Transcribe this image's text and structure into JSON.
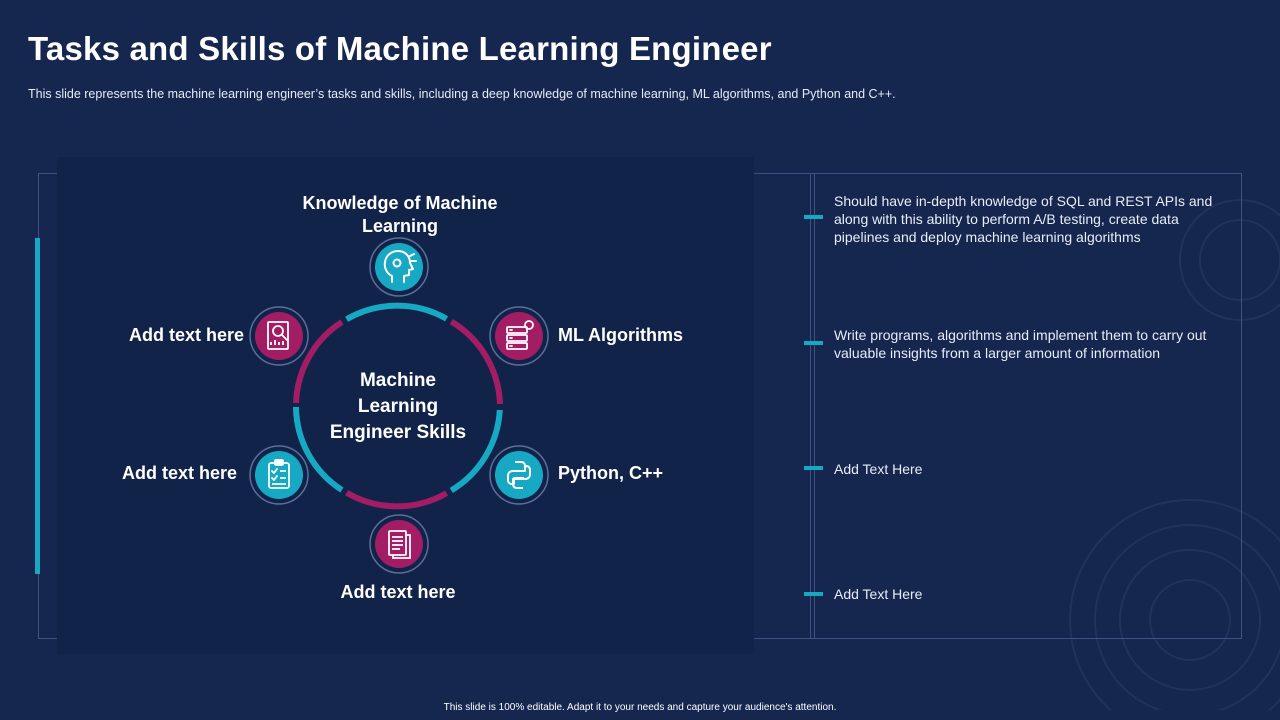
{
  "slide": {
    "title": "Tasks and Skills of Machine Learning Engineer",
    "subtitle": "This slide represents the machine learning engineer’s tasks and skills, including a deep knowledge of machine learning, ML algorithms, and Python and C++.",
    "footer": "This slide is 100% editable. Adapt it to your needs and capture your audience's attention."
  },
  "diagram": {
    "center_label": "Machine Learning Engineer Skills",
    "nodes": [
      {
        "label": "Knowledge of Machine Learning",
        "icon": "ai-head-icon",
        "color": "#17a8c4"
      },
      {
        "label": "ML Algorithms",
        "icon": "server-gear-icon",
        "color": "#a21d63"
      },
      {
        "label": "Python, C++",
        "icon": "python-icon",
        "color": "#17a8c4"
      },
      {
        "label": "Add text here",
        "icon": "document-icon",
        "color": "#a21d63"
      },
      {
        "label": "Add text here",
        "icon": "checklist-icon",
        "color": "#17a8c4"
      },
      {
        "label": "Add text here",
        "icon": "report-search-icon",
        "color": "#a21d63"
      }
    ]
  },
  "tasks": [
    {
      "text": "Should have in-depth knowledge of SQL and  REST APIs and along with this ability to perform A/B testing, create data pipelines and deploy machine learning algorithms"
    },
    {
      "text": "Write programs, algorithms and implement them to carry out valuable insights from a larger amount of information"
    },
    {
      "text": "Add Text Here"
    },
    {
      "text": "Add Text Here"
    }
  ],
  "colors": {
    "background": "#15264f",
    "panel": "#12234a",
    "teal": "#17a8c4",
    "magenta": "#a21d63"
  }
}
